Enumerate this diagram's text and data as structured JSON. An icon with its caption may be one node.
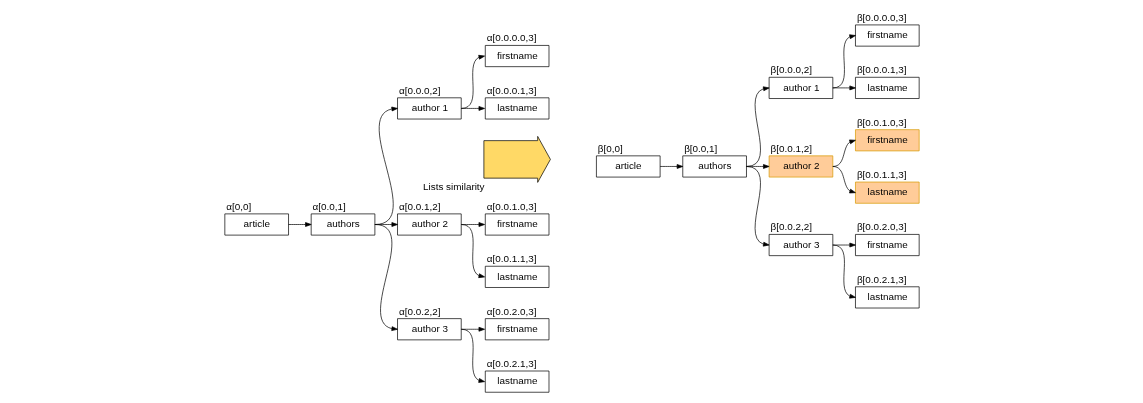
{
  "diagram": {
    "nodes": [
      {
        "text": [
          "article"
        ],
        "beside": [
          "α[0,0]"
        ]
      },
      {
        "text": [
          "authors"
        ],
        "beside": [
          "α[0.0,1]"
        ]
      },
      {
        "text": [
          "author 1"
        ],
        "beside": [
          "α[0.0.0,2]"
        ]
      },
      {
        "text": [
          "firstname"
        ],
        "beside": [
          "α[0.0.0.0,3]"
        ]
      },
      {
        "text": [
          "lastname"
        ],
        "beside": [
          "α[0.0.0.1,3]"
        ]
      },
      {
        "text": [
          "author 2"
        ],
        "beside": [
          "α[0.0.1,2]"
        ]
      },
      {
        "text": [
          "firstname"
        ],
        "beside": [
          "α[0.0.1.0,3]"
        ]
      },
      {
        "text": [
          "lastname"
        ],
        "beside": [
          "α[0.0.1.1,3]"
        ]
      },
      {
        "text": [
          "author 3"
        ],
        "beside": [
          "α[0.0.2,2]"
        ]
      },
      {
        "text": [
          "firstname"
        ],
        "beside": [
          "α[0.0.2.0,3]"
        ]
      },
      {
        "text": [
          "lastname"
        ],
        "beside": [
          "α[0.0.2.1,3]"
        ]
      },
      {
        "text": [],
        "shape": "arrow",
        "beside": [
          "Lists similarity"
        ]
      },
      {
        "text": [
          "article"
        ],
        "beside": [
          "β[0,0]"
        ]
      },
      {
        "text": [
          "authors"
        ],
        "beside": [
          "β[0.0,1]"
        ]
      },
      {
        "text": [
          "author 1"
        ],
        "beside": [
          "β[0.0.0,2]"
        ]
      },
      {
        "text": [
          "firstname"
        ],
        "beside": [
          "β[0.0.0.0,3]"
        ]
      },
      {
        "text": [
          "lastname"
        ],
        "beside": [
          "β[0.0.0.1,3]"
        ]
      },
      {
        "text": [
          "author 2"
        ],
        "beside": [
          "β[0.0.1,2]"
        ]
      },
      {
        "text": [
          "firstname"
        ],
        "beside": [
          "β[0.0.1.0,3]"
        ]
      },
      {
        "text": [
          "lastname"
        ],
        "beside": [
          "β[0.0.1.1,3]"
        ]
      },
      {
        "text": [
          "author 3"
        ],
        "beside": [
          "β[0.0.2,2]"
        ]
      },
      {
        "text": [
          "firstname"
        ],
        "beside": [
          "β[0.0.2.0,3]"
        ]
      },
      {
        "text": [
          "lastname"
        ],
        "beside": [
          "β[0.0.2.1,3]"
        ]
      }
    ],
    "edges": [
      {
        "from": 0,
        "to": 1,
        "arrow": "to"
      },
      {
        "from": 1,
        "to": 2,
        "arrow": "to"
      },
      {
        "from": 1,
        "to": 5,
        "arrow": "to"
      },
      {
        "from": 1,
        "to": 8,
        "arrow": "to"
      },
      {
        "from": 2,
        "to": 3,
        "arrow": "to"
      },
      {
        "from": 2,
        "to": 4,
        "arrow": "to"
      },
      {
        "from": 5,
        "to": 6,
        "arrow": "to"
      },
      {
        "from": 5,
        "to": 7,
        "arrow": "to"
      },
      {
        "from": 8,
        "to": 9,
        "arrow": "to"
      },
      {
        "from": 8,
        "to": 10,
        "arrow": "to"
      },
      {
        "from": 12,
        "to": 13,
        "arrow": "to"
      },
      {
        "from": 13,
        "to": 14,
        "arrow": "to"
      },
      {
        "from": 13,
        "to": 17,
        "arrow": "to"
      },
      {
        "from": 13,
        "to": 20,
        "arrow": "to"
      },
      {
        "from": 14,
        "to": 15,
        "arrow": "to"
      },
      {
        "from": 14,
        "to": 16,
        "arrow": "to"
      },
      {
        "from": 17,
        "to": 18,
        "arrow": "to"
      },
      {
        "from": 17,
        "to": 19,
        "arrow": "to"
      },
      {
        "from": 20,
        "to": 21,
        "arrow": "to"
      },
      {
        "from": 20,
        "to": 22,
        "arrow": "to"
      }
    ]
  }
}
